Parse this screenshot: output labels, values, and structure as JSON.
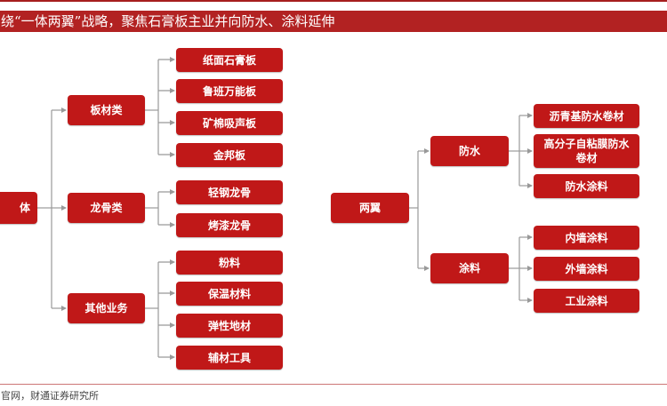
{
  "title": "围绕“一体两翼”战略，聚焦石膏板主业并向防水、涂料延伸",
  "left": {
    "root": "体",
    "boards": {
      "label": "板材类",
      "items": [
        "纸面石膏板",
        "鲁班万能板",
        "矿棉吸声板",
        "金邦板"
      ]
    },
    "keel": {
      "label": "龙骨类",
      "items": [
        "轻钢龙骨",
        "烤漆龙骨"
      ]
    },
    "other": {
      "label": "其他业务",
      "items": [
        "粉料",
        "保温材料",
        "弹性地材",
        "辅材工具"
      ]
    }
  },
  "right": {
    "root": "两翼",
    "waterproof": {
      "label": "防水",
      "items": [
        "沥青基防水卷材",
        "高分子自粘膜防水卷材",
        "防水涂料"
      ]
    },
    "coating": {
      "label": "涂料",
      "items": [
        "内墙涂料",
        "外墙涂料",
        "工业涂料"
      ]
    }
  },
  "source": "司官网，财通证券研究所",
  "colors": {
    "title_bar": "#b22222",
    "node": "#c01818",
    "line": "#999999"
  }
}
